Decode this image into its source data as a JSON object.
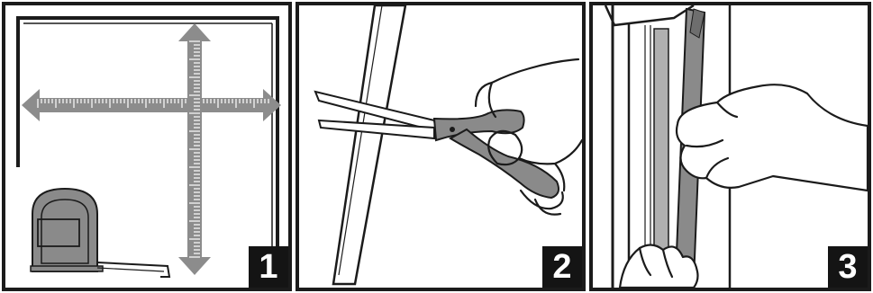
{
  "steps": [
    {
      "number": "1",
      "icon": "tape-measure-icon"
    },
    {
      "number": "2",
      "icon": "scissors-icon"
    },
    {
      "number": "3",
      "icon": "hand-press-icon"
    }
  ],
  "colors": {
    "outline": "#1b1b1b",
    "arrow_gray": "#8c8c8c",
    "strip_gray": "#8a8a8a",
    "badge_bg": "#141414",
    "badge_text": "#ffffff"
  }
}
